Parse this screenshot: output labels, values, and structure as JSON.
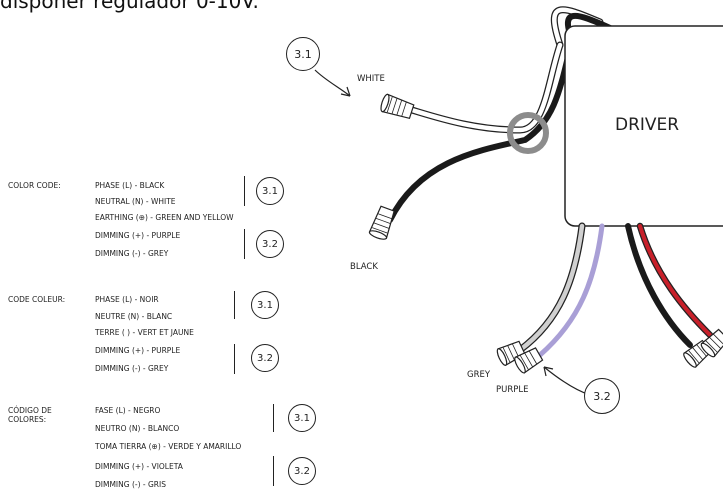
{
  "header_text": "disponer regulador 0-10V.",
  "driver_label": "DRIVER",
  "wire_labels": {
    "white": "WHITE",
    "black": "BLACK",
    "grey": "GREY",
    "purple": "PURPLE"
  },
  "callouts": {
    "top": "3.1",
    "bottom": "3.2"
  },
  "colors": {
    "wire_white": "#ffffff",
    "wire_black": "#1a1a1a",
    "wire_grey": "#d0d0d0",
    "wire_purple": "#a99fd6",
    "wire_red": "#c8202a",
    "ferrite": "#8c8c8c",
    "outline": "#222222"
  },
  "legends": [
    {
      "title": "COLOR CODE:",
      "lines": [
        "PHASE (L) - BLACK",
        "NEUTRAL (N) - WHITE",
        "EARTHING (⊕) - GREEN AND YELLOW",
        "DIMMING (+) - PURPLE",
        "DIMMING (-) - GREY"
      ],
      "ref1": "3.1",
      "ref2": "3.2"
    },
    {
      "title": "CODE COLEUR:",
      "lines": [
        "PHASE (L) - NOIR",
        "NEUTRE (N) - BLANC",
        "TERRE (   ) - VERT ET JAUNE",
        "DIMMING (+) - PURPLE",
        "DIMMING (-) - GREY"
      ],
      "ref1": "3.1",
      "ref2": "3.2"
    },
    {
      "title_line1": "CÓDIGO DE",
      "title_line2": "COLORES:",
      "lines": [
        "FASE (L) - NEGRO",
        "NEUTRO (N) - BLANCO",
        "TOMA TIERRA (⊕) - VERDE Y AMARILLO",
        "DIMMING (+) - VIOLETA",
        "DIMMING (-) - GRIS"
      ],
      "ref1": "3.1",
      "ref2": "3.2"
    }
  ]
}
